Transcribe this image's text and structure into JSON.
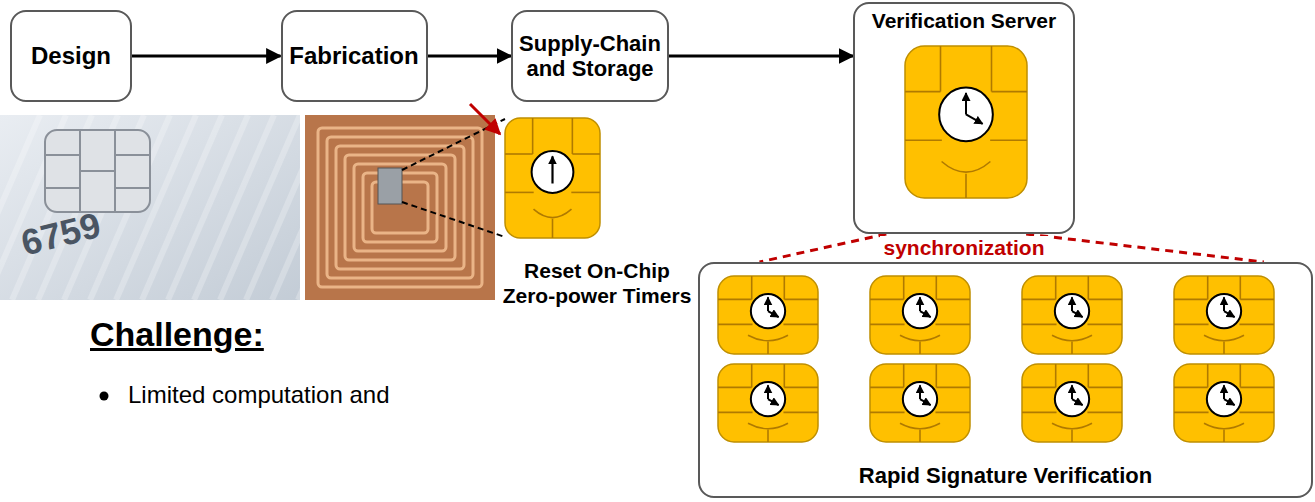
{
  "diagram": {
    "nodes": [
      {
        "text": [
          "Design"
        ]
      },
      {
        "text": [
          "Fabrication"
        ]
      },
      {
        "text": [
          "Supply-Chain and Storage"
        ]
      },
      {
        "text": [
          "Verification Server"
        ]
      },
      {
        "text": [
          "Rapid Signature Verification"
        ]
      }
    ],
    "edges": [
      {
        "from": 0,
        "to": 1,
        "arrow": "to"
      },
      {
        "from": 1,
        "to": 2,
        "arrow": "to"
      },
      {
        "from": 2,
        "to": 3,
        "arrow": "to"
      },
      {
        "from": 3,
        "to": 4,
        "label": "synchronization",
        "arrow": "none"
      }
    ],
    "labels": [
      "6759",
      "Reset On-Chip Zero-power Timers",
      "Challenge:",
      "Limited computation and"
    ]
  }
}
